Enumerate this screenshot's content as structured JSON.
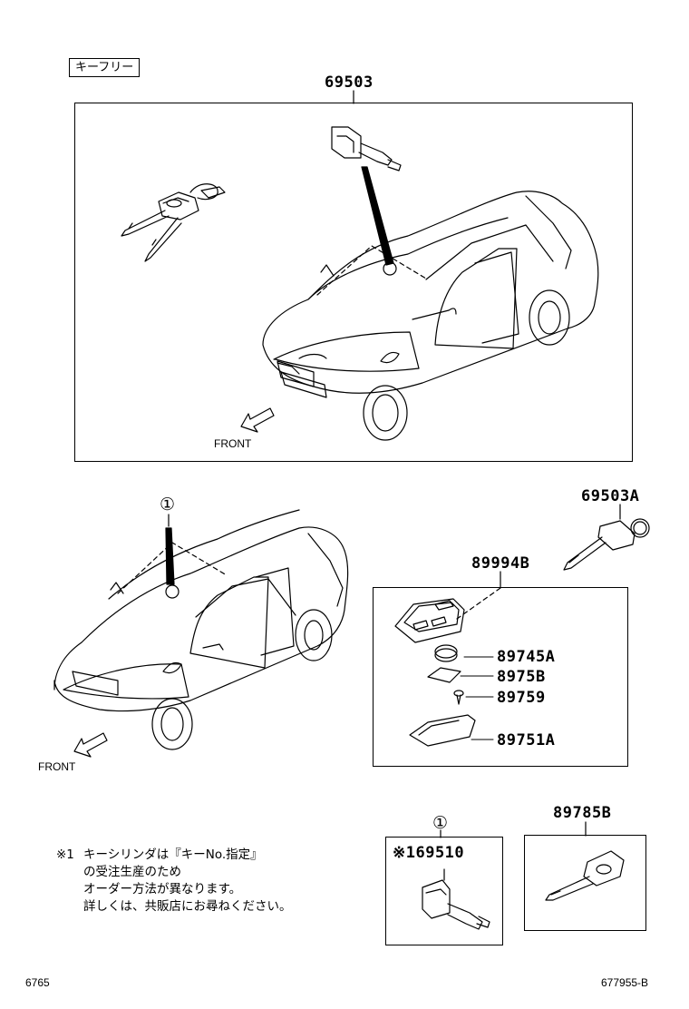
{
  "header_tag": "キーフリー",
  "top_box": {
    "part_no": "69503",
    "front_label": "FRONT"
  },
  "lower_car": {
    "callout": "①",
    "front_label": "FRONT"
  },
  "key_69503A": {
    "part_no": "69503A"
  },
  "remote_kit": {
    "part_no": "89994B",
    "parts": [
      "89745A",
      "8975B",
      "89759",
      "89751A"
    ]
  },
  "note": {
    "marker": "※1",
    "lines": [
      "キーシリンダは『キーNo.指定』",
      "の受注生産のため",
      "オーダー方法が異なります。",
      "詳しくは、共販店にお尋ねください。"
    ]
  },
  "cylinder_box": {
    "callout": "①",
    "part_no": "※169510"
  },
  "key_box": {
    "part_no": "89785B"
  },
  "footer": {
    "left": "6765",
    "right": "677955-B"
  }
}
